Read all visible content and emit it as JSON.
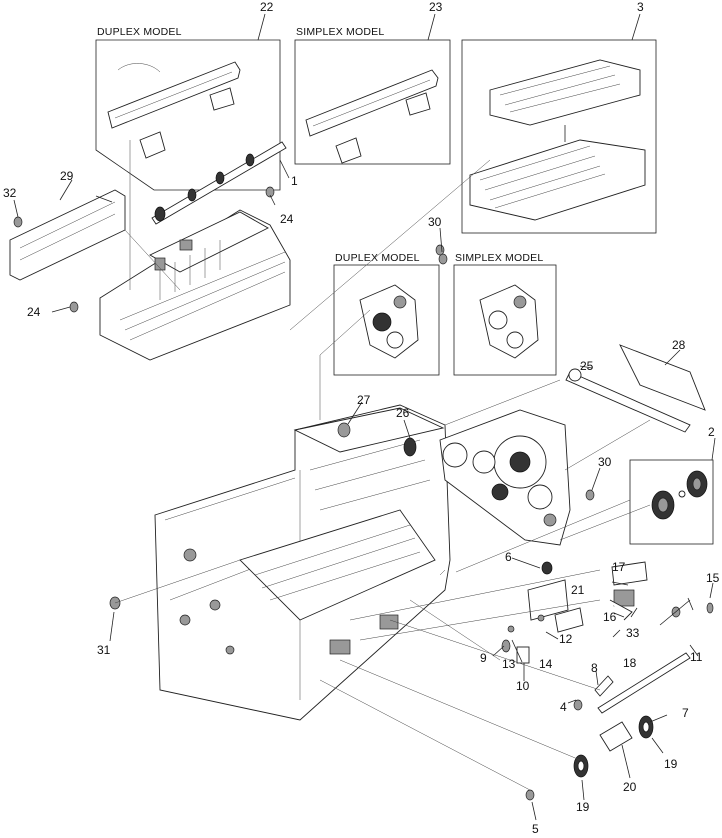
{
  "boxes": {
    "duplex_top": "DUPLEX MODEL",
    "simplex_top": "SIMPLEX MODEL",
    "duplex_mid": "DUPLEX MODEL",
    "simplex_mid": "SIMPLEX MODEL"
  },
  "callouts": {
    "c1": "1",
    "c2": "2",
    "c3": "3",
    "c4": "4",
    "c5": "5",
    "c6": "6",
    "c7": "7",
    "c8": "8",
    "c9": "9",
    "c10": "10",
    "c11": "11",
    "c12": "12",
    "c13": "13",
    "c14": "14",
    "c15": "15",
    "c16": "16",
    "c17": "17",
    "c18": "18",
    "c19a": "19",
    "c19b": "19",
    "c20": "20",
    "c21": "21",
    "c22": "22",
    "c23": "23",
    "c24a": "24",
    "c24b": "24",
    "c25": "25",
    "c26": "26",
    "c27": "27",
    "c28": "28",
    "c29": "29",
    "c30a": "30",
    "c30b": "30",
    "c31": "31",
    "c32": "32",
    "c33": "33"
  }
}
